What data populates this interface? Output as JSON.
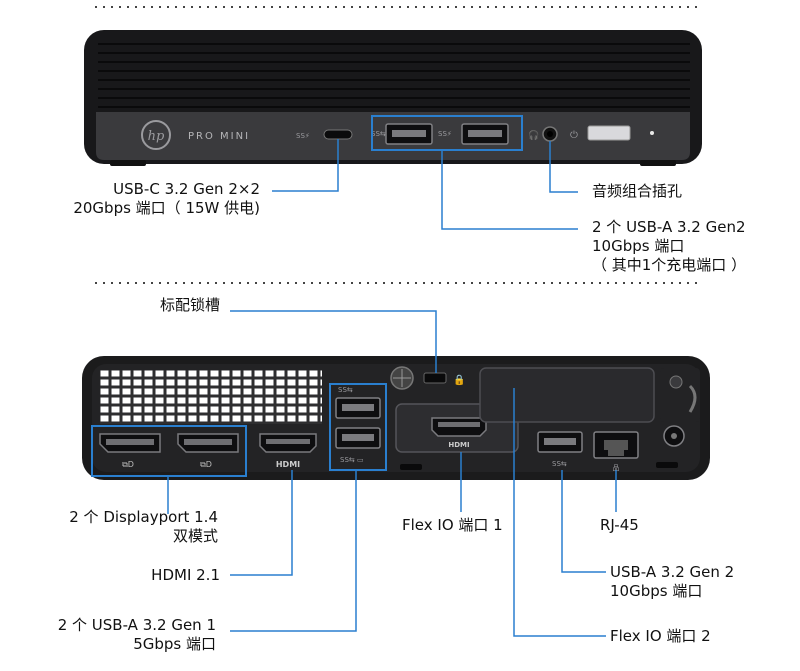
{
  "front": {
    "brand_text": "PRO MINI",
    "usbc_label": [
      "USB-C 3.2 Gen 2×2",
      "20Gbps 端口（ 15W 供电)"
    ],
    "audio_label": [
      "音频组合插孔"
    ],
    "usba_label": [
      "2 个 USB-A 3.2 Gen2",
      "10Gbps 端口",
      "（ 其中1个充电端口 ）"
    ]
  },
  "rear": {
    "lock_label": [
      "标配锁槽"
    ],
    "port_hdmi_text": "HDMI",
    "flex_hdmi_text": "HDMI",
    "displayport_label": [
      "2 个 Displayport 1.4",
      "双模式"
    ],
    "hdmi_label": [
      "HDMI 2.1"
    ],
    "usba_gen1_label": [
      "2 个 USB-A 3.2 Gen 1",
      "5Gbps 端口"
    ],
    "flexio1_label": [
      "Flex IO 端口 1"
    ],
    "rj45_label": [
      "RJ-45"
    ],
    "usba_gen2_label": [
      "USB-A 3.2 Gen 2",
      "10Gbps 端口"
    ],
    "flexio2_label": [
      "Flex IO  端口 2"
    ]
  },
  "colors": {
    "callout_line": "#2a7fcf",
    "chassis": "#1b1b1c",
    "panel": "#3a3a3d"
  }
}
